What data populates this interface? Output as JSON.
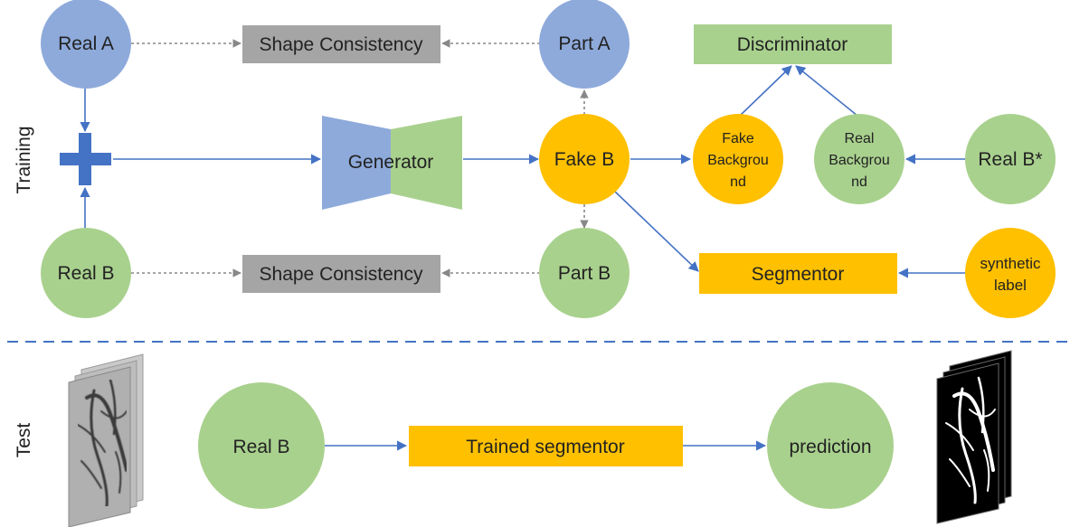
{
  "sections": {
    "training": "Training",
    "test": "Test"
  },
  "colors": {
    "blue": "#8eaadb",
    "green": "#a9d18e",
    "orange": "#ffc000",
    "gray": "#a5a5a5",
    "arrow": "#4472c4",
    "dashed": "#888888"
  },
  "training": {
    "real_a": "Real A",
    "real_b": "Real B",
    "shape_consistency_top": "Shape Consistency",
    "shape_consistency_bottom": "Shape Consistency",
    "part_a": "Part A",
    "part_b": "Part B",
    "generator": "Generator",
    "fake_b": "Fake B",
    "discriminator": "Discriminator",
    "fake_background": [
      "Fake",
      "Backgrou",
      "nd"
    ],
    "real_background": [
      "Real",
      "Backgrou",
      "nd"
    ],
    "real_b_star": "Real B*",
    "segmentor": "Segmentor",
    "synthetic_label": [
      "synthetic",
      "label"
    ]
  },
  "test": {
    "real_b": "Real B",
    "trained_segmentor": "Trained segmentor",
    "prediction": "prediction"
  }
}
